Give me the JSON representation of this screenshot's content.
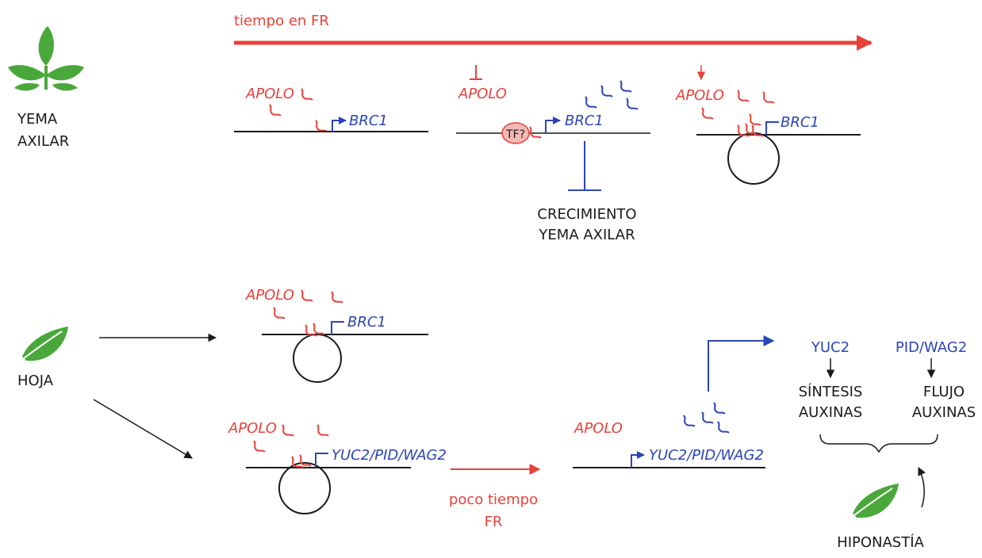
{
  "colors": {
    "red": "#e8413a",
    "blue": "#2b45b8",
    "black": "#1a1a1a",
    "leaf": "#4aa83a"
  },
  "top": {
    "time_arrow_label": "tiempo en FR",
    "organ_line1": "YEMA",
    "organ_line2": "AXILAR",
    "apolo": "APOLO",
    "gene": "BRC1",
    "tf": "TF?",
    "growth_line1": "CRECIMIENTO",
    "growth_line2": "YEMA AXILAR"
  },
  "bottom": {
    "organ": "HOJA",
    "apolo": "APOLO",
    "gene_brc1": "BRC1",
    "gene_combo": "YUC2/PID/WAG2",
    "short_time_line1": "poco tiempo",
    "short_time_line2": "FR",
    "yuc2": "YUC2",
    "pid_wag2": "PID/WAG2",
    "synth_line1": "SÍNTESIS",
    "synth_line2": "AUXINAS",
    "flux_line1": "FLUJO",
    "flux_line2": "AUXINAS",
    "hyponasty": "HIPONASTÍA"
  }
}
